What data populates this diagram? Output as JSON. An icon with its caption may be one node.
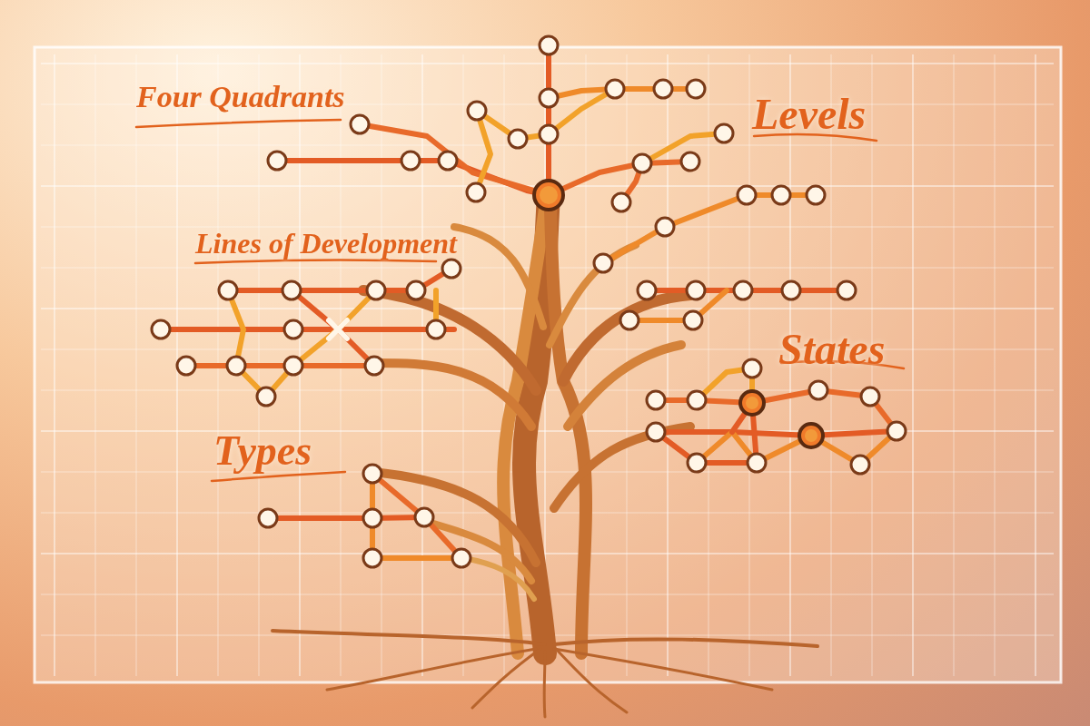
{
  "diagram": {
    "labels": [
      "Four Quadrants",
      "Levels",
      "Lines of Development",
      "States",
      "Types"
    ]
  }
}
